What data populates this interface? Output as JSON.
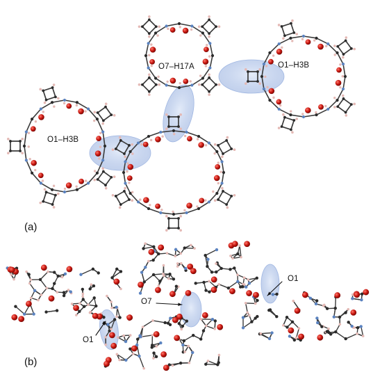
{
  "figure": {
    "panel_a": {
      "panel_label": "(a)",
      "annotations": [
        "O7–H17A",
        "O1–H3B",
        "O1–H3B"
      ]
    },
    "panel_b": {
      "panel_label": "(b)",
      "annotations": [
        "O1",
        "O7",
        "O1"
      ]
    }
  },
  "colors": {
    "oxygen": "#c8160f",
    "carbon": "#2b2b2b",
    "nitrogen": "#5b83c0",
    "hydrogen": "#e4b9b5",
    "bond": "#3a3a3a",
    "highlight": "#8ea9dc"
  }
}
